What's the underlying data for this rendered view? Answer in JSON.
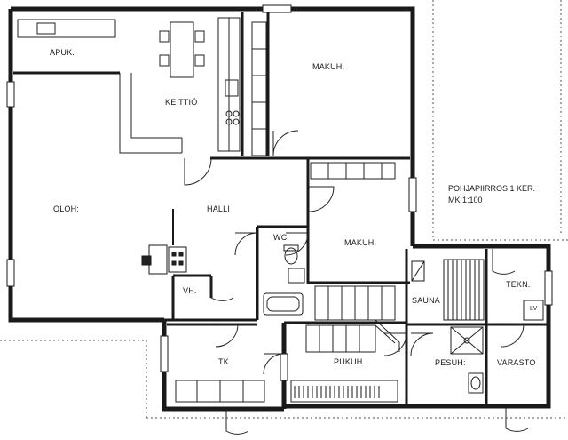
{
  "rooms": {
    "apuk": "APUK.",
    "keittio": "KEITTIÖ",
    "makuh_1": "MAKUH.",
    "oloh": "OLOH:",
    "halli": "HALLI",
    "wc": "WC",
    "makuh_2": "MAKUH.",
    "vh": "VH.",
    "sauna": "SAUNA",
    "tekn": "TEKN.",
    "lv": "LV",
    "tk": "TK.",
    "pukuh": "PUKUH.",
    "pesuh": "PESUH:",
    "varasto": "VARASTO"
  },
  "title_block": {
    "line1": "POHJAPIIRROS 1 KER.",
    "line2": "MK 1:100"
  },
  "colors": {
    "wall": "#1a1a1a",
    "line": "#222222",
    "dashed": "#555555",
    "paper": "#ffffff"
  }
}
